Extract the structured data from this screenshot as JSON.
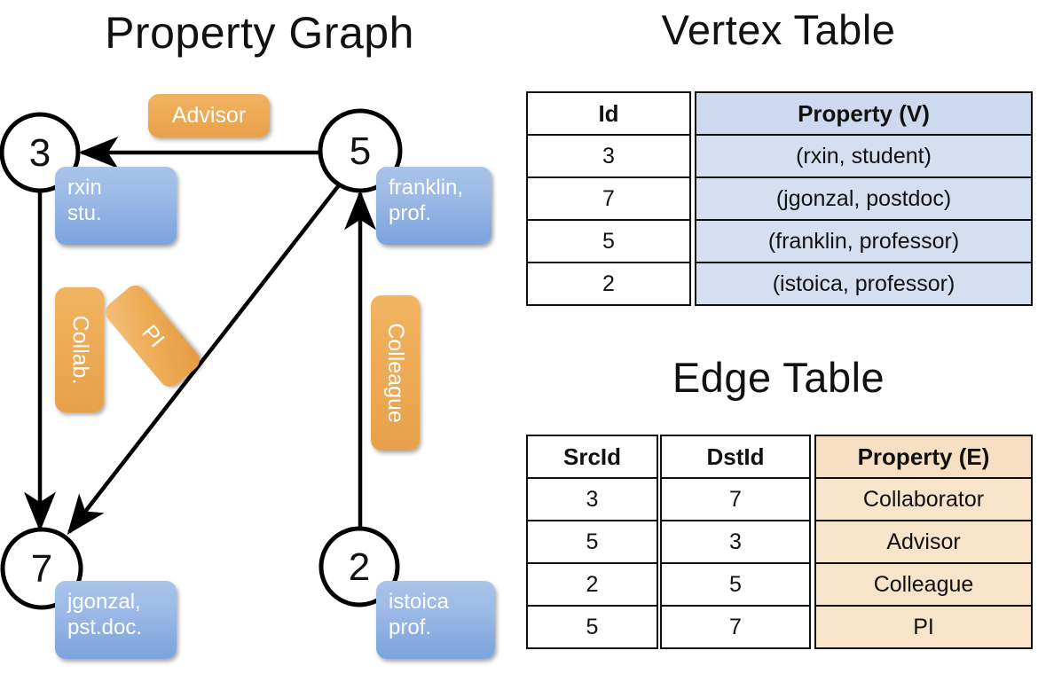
{
  "titles": {
    "property_graph": "Property Graph",
    "vertex_table": "Vertex Table",
    "edge_table": "Edge Table"
  },
  "graph": {
    "nodes": [
      {
        "id": "3",
        "label": "3",
        "property_line1": "rxin",
        "property_line2": "stu."
      },
      {
        "id": "5",
        "label": "5",
        "property_line1": "franklin,",
        "property_line2": "prof."
      },
      {
        "id": "7",
        "label": "7",
        "property_line1": "jgonzal,",
        "property_line2": "pst.doc."
      },
      {
        "id": "2",
        "label": "2",
        "property_line1": "istoica",
        "property_line2": "prof."
      }
    ],
    "edge_labels": [
      {
        "key": "advisor",
        "text": "Advisor"
      },
      {
        "key": "collab",
        "text": "Collab."
      },
      {
        "key": "pi",
        "text": "PI"
      },
      {
        "key": "colleague",
        "text": "Colleague"
      }
    ]
  },
  "vertex_table": {
    "headers": {
      "id": "Id",
      "property": "Property (V)"
    },
    "rows": [
      {
        "id": "3",
        "property": "(rxin, student)"
      },
      {
        "id": "7",
        "property": "(jgonzal, postdoc)"
      },
      {
        "id": "5",
        "property": "(franklin, professor)"
      },
      {
        "id": "2",
        "property": "(istoica, professor)"
      }
    ]
  },
  "edge_table": {
    "headers": {
      "src": "SrcId",
      "dst": "DstId",
      "property": "Property (E)"
    },
    "rows": [
      {
        "src": "3",
        "dst": "7",
        "property": "Collaborator"
      },
      {
        "src": "5",
        "dst": "3",
        "property": "Advisor"
      },
      {
        "src": "2",
        "dst": "5",
        "property": "Colleague"
      },
      {
        "src": "5",
        "dst": "7",
        "property": "PI"
      }
    ]
  },
  "colors": {
    "vertex_property_fill": "#d4e0f2",
    "vertex_header_fill": "#ccd9ef",
    "edge_property_fill": "#f8e3cb",
    "edge_header_fill": "#f7dfc4",
    "node_box_blue": "#7ba3dd",
    "edge_box_orange": "#eeab55",
    "stroke": "#000000"
  }
}
